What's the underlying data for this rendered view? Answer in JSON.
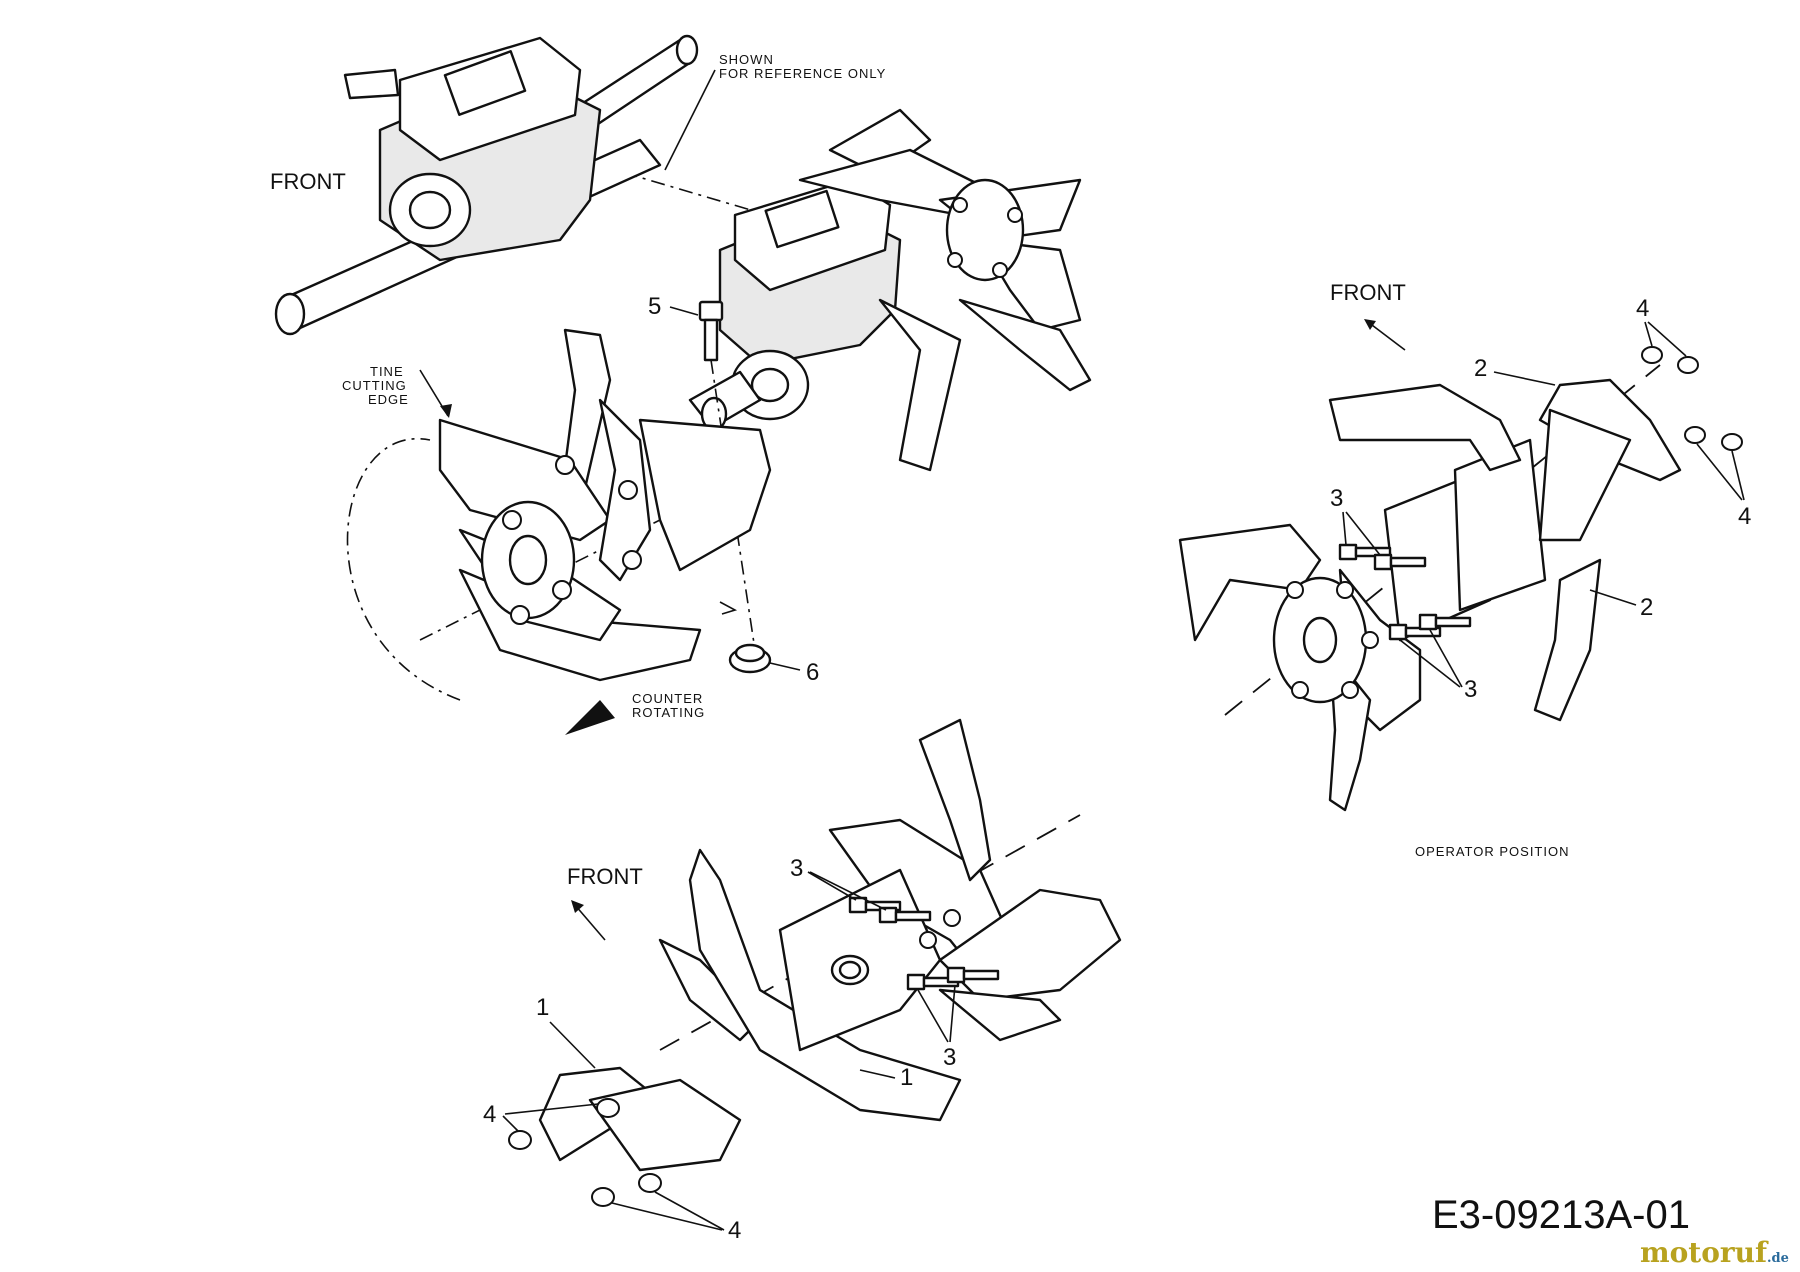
{
  "labels": {
    "front_top": "FRONT",
    "front_right": "FRONT",
    "front_bottom": "FRONT",
    "shown_line1": "SHOWN",
    "shown_line2": "FOR REFERENCE ONLY",
    "tine_line1": "TINE",
    "tine_line2": "CUTTING",
    "tine_line3": "EDGE",
    "counter_line1": "COUNTER",
    "counter_line2": "ROTATING",
    "operator_position": "OPERATOR POSITION",
    "drawing_number": "E3-09213A-01"
  },
  "callouts": {
    "bolt": "5",
    "nut_flange": "6",
    "right_nuts_upper": "4",
    "right_nuts_lower": "4",
    "right_tine_upper": "2",
    "right_tine_lower": "2",
    "right_bolts_upper": "3",
    "right_bolts_lower": "3",
    "bottom_bolts_upper": "3",
    "bottom_bolts_lower": "3",
    "bottom_tine_left": "1",
    "bottom_tine_right": "1",
    "bottom_nuts_left": "4",
    "bottom_nuts_bottom": "4"
  },
  "watermark": {
    "brand": "motoruf",
    "suffix": ".de"
  },
  "icons": [
    "front-arrow-icon",
    "rotation-arrow-icon"
  ]
}
